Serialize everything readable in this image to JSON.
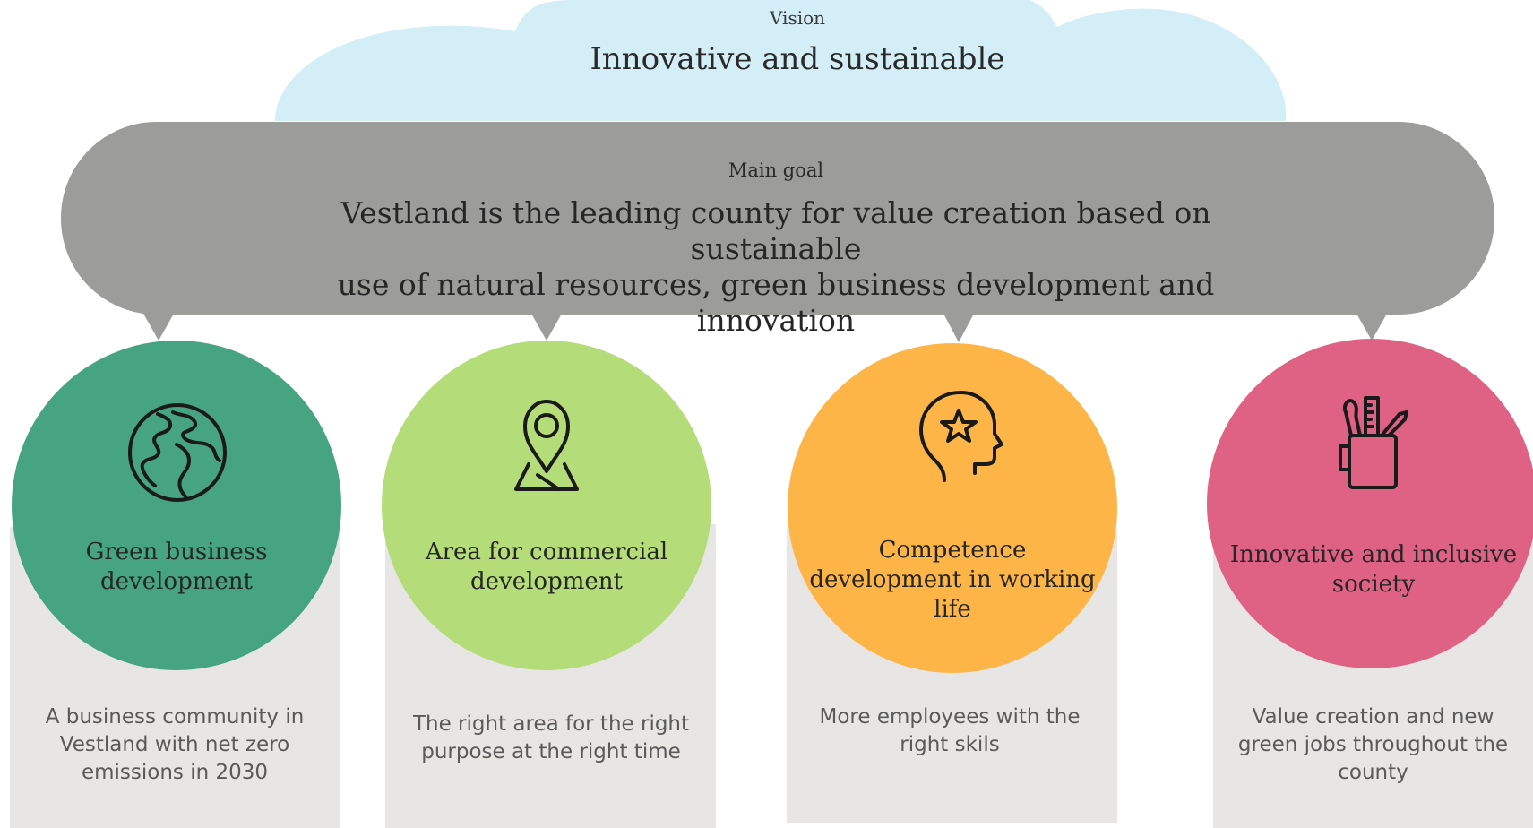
{
  "vision": {
    "label": "Vision",
    "title": "Innovative and sustainable"
  },
  "main_goal": {
    "label": "Main goal",
    "line1": "Vestland is the leading county for value creation based on sustainable",
    "line2": "use of natural resources, green business development and innovation"
  },
  "pillars": [
    {
      "title": "Green business development",
      "description": "A business community in Vestland with net zero emissions in 2030",
      "color": "#46a482",
      "icon": "globe-icon"
    },
    {
      "title": "Area for commercial development",
      "description": "The right area for the right purpose at the right time",
      "color": "#b4dc78",
      "icon": "map-pin-icon"
    },
    {
      "title": "Competence development in working life",
      "description": "More employees with the right skils",
      "color": "#fdb548",
      "icon": "head-star-icon"
    },
    {
      "title": "Innovative and inclusive society",
      "description": "Value creation and new green jobs throughout the county",
      "color": "#df6285",
      "icon": "pencil-cup-icon"
    }
  ],
  "colors": {
    "cloud": "#d3eef7",
    "goal_bubble": "#9c9d9a",
    "card": "#e8e6e5"
  }
}
